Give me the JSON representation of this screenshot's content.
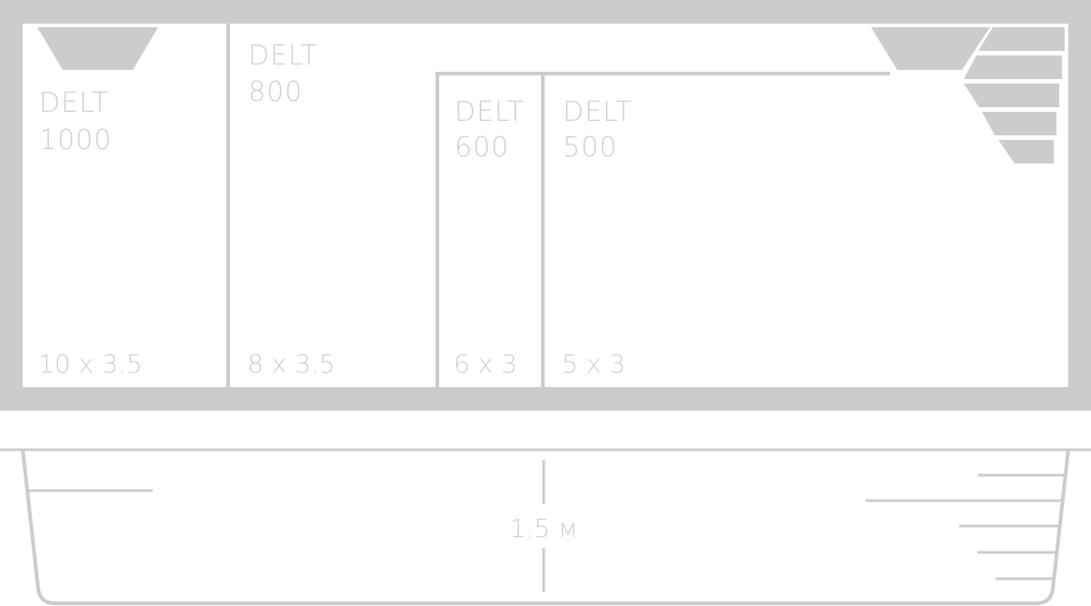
{
  "colors": {
    "frame": "#cccccc",
    "line": "#cccccc",
    "text": "#cfcfcf",
    "background": "#ffffff"
  },
  "plan_view": {
    "pools": [
      {
        "id": "1000",
        "name": "DELT",
        "number": "1000",
        "size": "10 x 3.5"
      },
      {
        "id": "800",
        "name": "DELT",
        "number": "800",
        "size": "8 x 3.5"
      },
      {
        "id": "600",
        "name": "DELT",
        "number": "600",
        "size": "6 x 3"
      },
      {
        "id": "500",
        "name": "DELT",
        "number": "500",
        "size": "5 x 3"
      }
    ]
  },
  "section_view": {
    "depth_label": "1.5 м"
  }
}
